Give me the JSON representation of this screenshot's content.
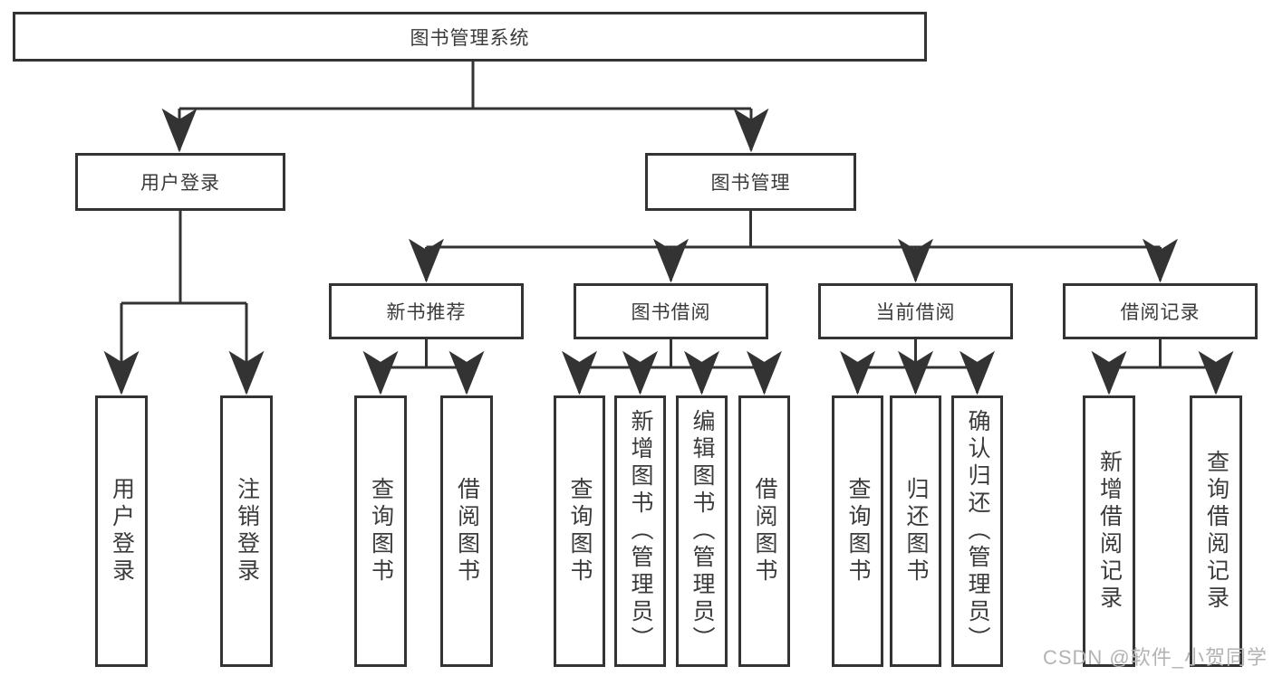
{
  "diagram": {
    "type": "function-structure-tree",
    "title": "图书管理系统",
    "branches": [
      {
        "label": "用户登录",
        "children": [
          {
            "label": "用户登录"
          },
          {
            "label": "注销登录"
          }
        ]
      },
      {
        "label": "图书管理",
        "children": [
          {
            "label": "新书推荐",
            "children": [
              {
                "label": "查询图书"
              },
              {
                "label": "借阅图书"
              }
            ]
          },
          {
            "label": "图书借阅",
            "children": [
              {
                "label": "查询图书"
              },
              {
                "label": "新增图书（管理员）"
              },
              {
                "label": "编辑图书（管理员）"
              },
              {
                "label": "借阅图书"
              }
            ]
          },
          {
            "label": "当前借阅",
            "children": [
              {
                "label": "查询图书"
              },
              {
                "label": "归还图书"
              },
              {
                "label": "确认归还（管理员）"
              }
            ]
          },
          {
            "label": "借阅记录",
            "children": [
              {
                "label": "新增借阅记录"
              },
              {
                "label": "查询借阅记录"
              }
            ]
          }
        ]
      }
    ]
  },
  "watermark": "CSDN @软件_小贺同学",
  "colors": {
    "line": "#333333",
    "box_border": "#333333",
    "box_fill": "#ffffff",
    "text": "#3b3b3b",
    "watermark": "#b3b3b3",
    "background": "#ffffff"
  }
}
